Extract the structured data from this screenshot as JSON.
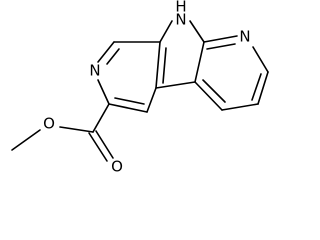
{
  "molecule": {
    "atoms": {
      "nh": "N",
      "nh_h": "H",
      "pyridine_n_right": "N",
      "pyridine_n_left": "N",
      "ester_o_single": "O",
      "ester_o_double": "O"
    },
    "colors": {
      "bond": "#000000",
      "label": "#000000",
      "background": "#ffffff"
    }
  }
}
